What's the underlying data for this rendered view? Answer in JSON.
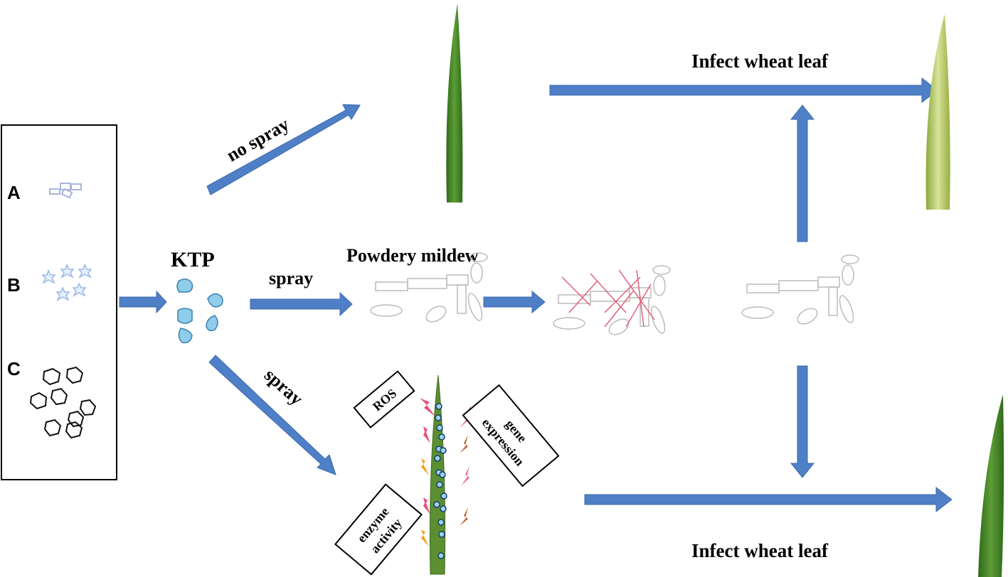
{
  "panel": {
    "labels": [
      "A",
      "B",
      "C"
    ]
  },
  "ktp_label": "KTP",
  "no_spray_label": "no spray",
  "spray_label_1": "spray",
  "spray_label_2": "spray",
  "powdery_mildew_label": "Powdery mildew",
  "infect_top_label": "Infect wheat leaf",
  "infect_bottom_label": "Infect wheat leaf",
  "response_boxes": {
    "ros": "ROS",
    "gene_1": "gene",
    "gene_2": "expression",
    "enzyme_1": "enzyme",
    "enzyme_2": "activity"
  },
  "colors": {
    "arrow": "#4f7fc6",
    "leaf": "#4f8a2c",
    "droplet": "#8fcdea",
    "cross": "#e0607a",
    "bolt_pink": "#e8557a",
    "bolt_orange": "#f0a020",
    "bolt_brown": "#b5501a"
  }
}
